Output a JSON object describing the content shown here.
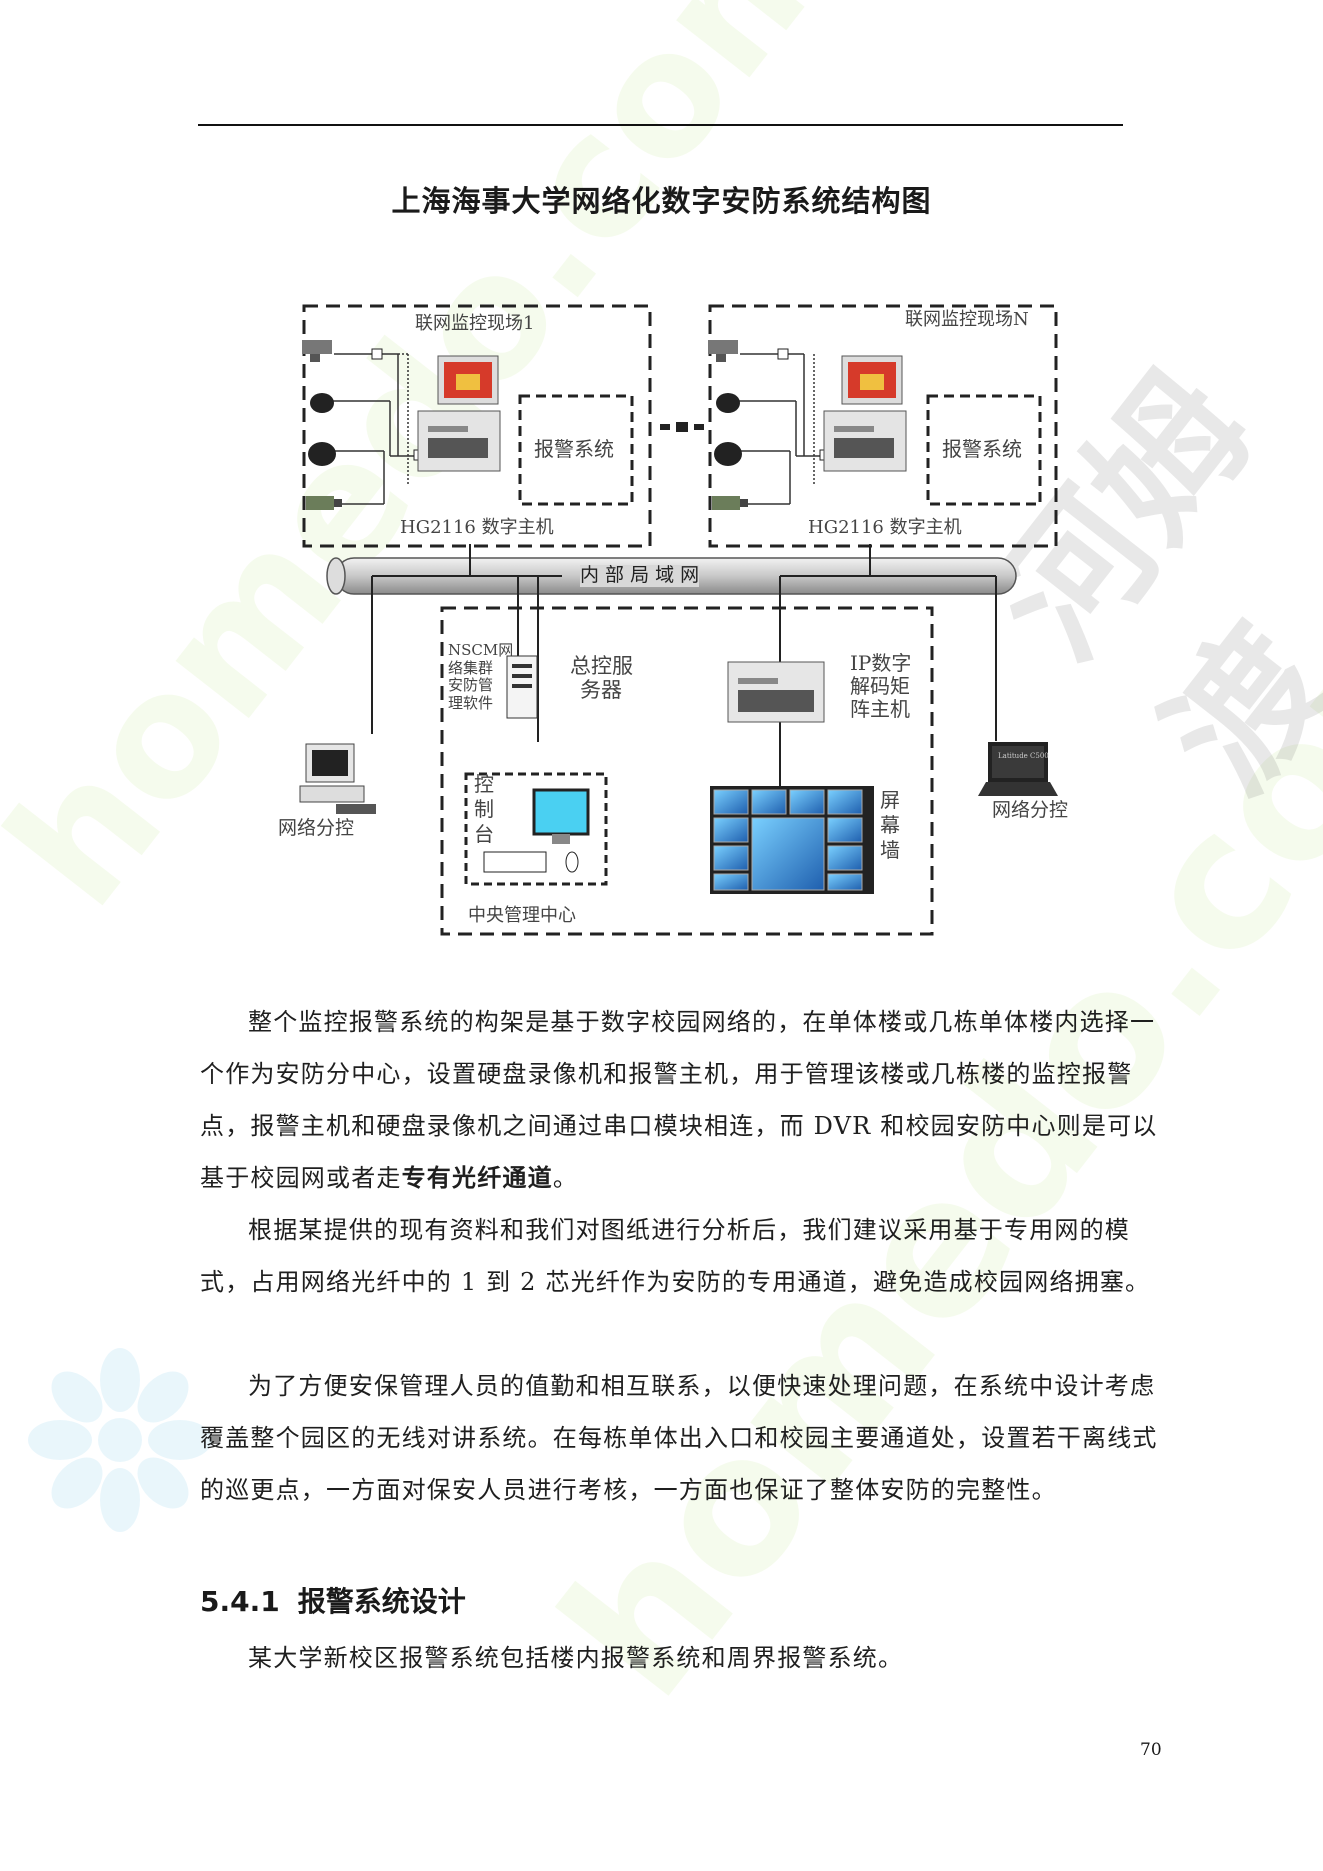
{
  "watermark": {
    "text_lines": [
      "homedo.com",
      "河姆渡"
    ]
  },
  "figure": {
    "title": "上海海事大学网络化数字安防系统结构图",
    "site1_label": "联网监控现场1",
    "siteN_label": "联网监控现场N",
    "alarm_label": "报警系统",
    "host_label": "HG2116 数字主机",
    "lan_label": "内 部 局 域 网",
    "nscm_label": [
      "NSCM网",
      "络集群",
      "安防管",
      "理软件"
    ],
    "server_label": [
      "总控服",
      "务器"
    ],
    "decoder_label": [
      "IP数字",
      "解码矩",
      "阵主机"
    ],
    "console_label": "控制台",
    "wall_label": "屏幕墙",
    "net_ctrl_left": "网络分控",
    "net_ctrl_right": "网络分控",
    "center_label": "中央管理中心",
    "laptop_brand": "Latitude C500"
  },
  "body": {
    "p1": "整个监控报警系统的构架是基于数字校园网络的，在单体楼或几栋单体楼内选择一个作为安防分中心，设置硬盘录像机和报警主机，用于管理该楼或几栋楼的监控报警点，报警主机和硬盘录像机之间通过串口模块相连，而 DVR 和校园安防中心则是可以基于校园网或者走",
    "p1_bold": "专有光纤通道",
    "p1_end": "。",
    "p2": "根据某提供的现有资料和我们对图纸进行分析后，我们建议采用基于专用网的模式，占用网络光纤中的 1 到 2 芯光纤作为安防的专用通道，避免造成校园网络拥塞。",
    "p3": "为了方便安保管理人员的值勤和相互联系，以便快速处理问题，在系统中设计考虑覆盖整个园区的无线对讲系统。在每栋单体出入口和校园主要通道处，设置若干离线式的巡更点，一方面对保安人员进行考核，一方面也保证了整体安防的完整性。",
    "section_number": "5.4.1",
    "section_title": "报警系统设计",
    "p4": "某大学新校区报警系统包括楼内报警系统和周界报警系统。"
  },
  "page_number": "70"
}
